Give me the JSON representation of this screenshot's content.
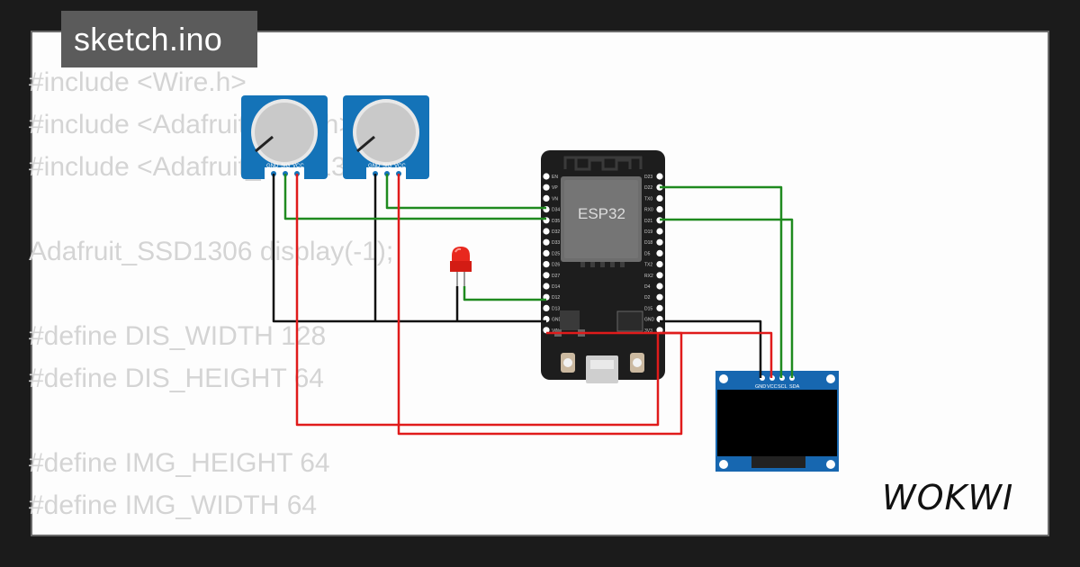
{
  "header": {
    "file_title": "sketch.ino"
  },
  "code_lines": [
    "#include <Wire.h>",
    "#include <Adafruit_GFX.h>",
    "#include <Adafruit_SSD1306.h>",
    "",
    "Adafruit_SSD1306 display(-1);",
    "",
    "#define DIS_WIDTH 128",
    "#define DIS_HEIGHT 64",
    "",
    "#define IMG_HEIGHT 64",
    "#define IMG_WIDTH 64"
  ],
  "components": {
    "pot_pins": [
      "GND",
      "SIG",
      "VCC"
    ],
    "esp32_label": "ESP32",
    "esp32_left_pins": [
      "EN",
      "VP",
      "VN",
      "D34",
      "D35",
      "D32",
      "D33",
      "D25",
      "D26",
      "D27",
      "D14",
      "D12",
      "D13",
      "GND",
      "VIN"
    ],
    "esp32_right_pins": [
      "D23",
      "D22",
      "TX0",
      "RX0",
      "D21",
      "D19",
      "D18",
      "D5",
      "TX2",
      "RX2",
      "D4",
      "D2",
      "D15",
      "GND",
      "3V3"
    ],
    "oled_pins": [
      "GND",
      "VCC",
      "SCL",
      "SDA"
    ]
  },
  "brand": {
    "logo_text": "WOKWI"
  },
  "colors": {
    "background": "#1b1b1b",
    "panel": "#fdfdfd",
    "title_tab": "#5b5b5b",
    "code_text": "#d4d4d4",
    "wire_green": "#1f8a1f",
    "wire_red": "#e01b1b",
    "wire_black": "#111111",
    "pot_blue": "#1473b8",
    "esp32_board": "#1d1d1d",
    "oled_blue": "#1767b0"
  }
}
